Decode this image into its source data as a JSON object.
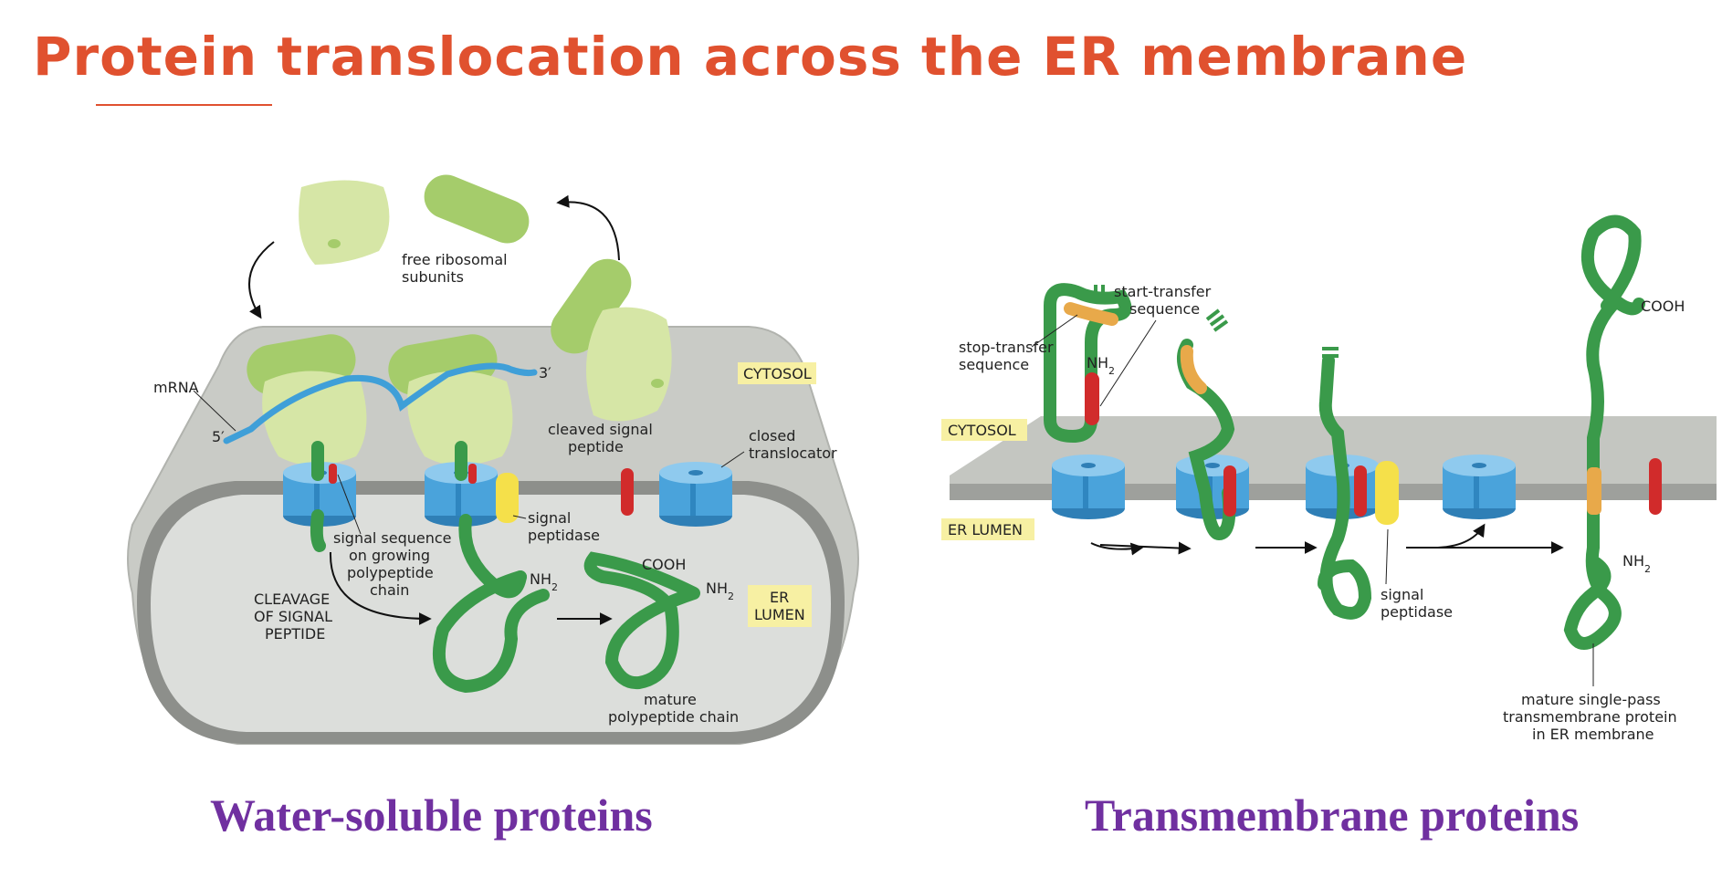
{
  "title": "Protein translocation across the ER membrane",
  "colors": {
    "title": "#e0512f",
    "caption": "#7030a0",
    "polypeptide": "#3a9a4a",
    "mrna": "#3f9fd8",
    "translocator": "#4aa3db",
    "signal_sequence": "#d12b2b",
    "stop_transfer": "#e8a94a",
    "signal_peptidase": "#f5e04a",
    "ribosome_large": "#d6e6a6",
    "ribosome_small": "#a5cc6b",
    "membrane": "#b9bcb5",
    "lumen": "#d9dbd7"
  },
  "left_panel": {
    "caption": "Water-soluble proteins",
    "labels": {
      "free_subunits_1": "free ribosomal",
      "free_subunits_2": "subunits",
      "mrna": "mRNA",
      "five_prime": "5′",
      "three_prime": "3′",
      "cytosol": "CYTOSOL",
      "cleaved_1": "cleaved signal",
      "cleaved_2": "peptide",
      "closed_1": "closed",
      "closed_2": "translocator",
      "sigpep_1": "signal",
      "sigpep_2": "peptidase",
      "sigseq_1": "signal sequence",
      "sigseq_2": "on growing",
      "sigseq_3": "polypeptide",
      "sigseq_4": "chain",
      "cleavage_1": "CLEAVAGE",
      "cleavage_2": "OF SIGNAL",
      "cleavage_3": "PEPTIDE",
      "nh2_a": "NH",
      "nh2_b": "NH",
      "sub2": "2",
      "cooh": "COOH",
      "er_lumen_1": "ER",
      "er_lumen_2": "LUMEN",
      "mature_1": "mature",
      "mature_2": "polypeptide chain"
    }
  },
  "right_panel": {
    "caption": "Transmembrane proteins",
    "labels": {
      "start_transfer_1": "start-transfer",
      "start_transfer_2": "sequence",
      "stop_transfer_1": "stop-transfer",
      "stop_transfer_2": "sequence",
      "nh2": "NH",
      "sub2": "2",
      "cytosol": "CYTOSOL",
      "er_lumen": "ER LUMEN",
      "sigpep_1": "signal",
      "sigpep_2": "peptidase",
      "cooh": "COOH",
      "nh2_b": "NH",
      "mature_1": "mature single-pass",
      "mature_2": "transmembrane protein",
      "mature_3": "in ER membrane"
    }
  }
}
